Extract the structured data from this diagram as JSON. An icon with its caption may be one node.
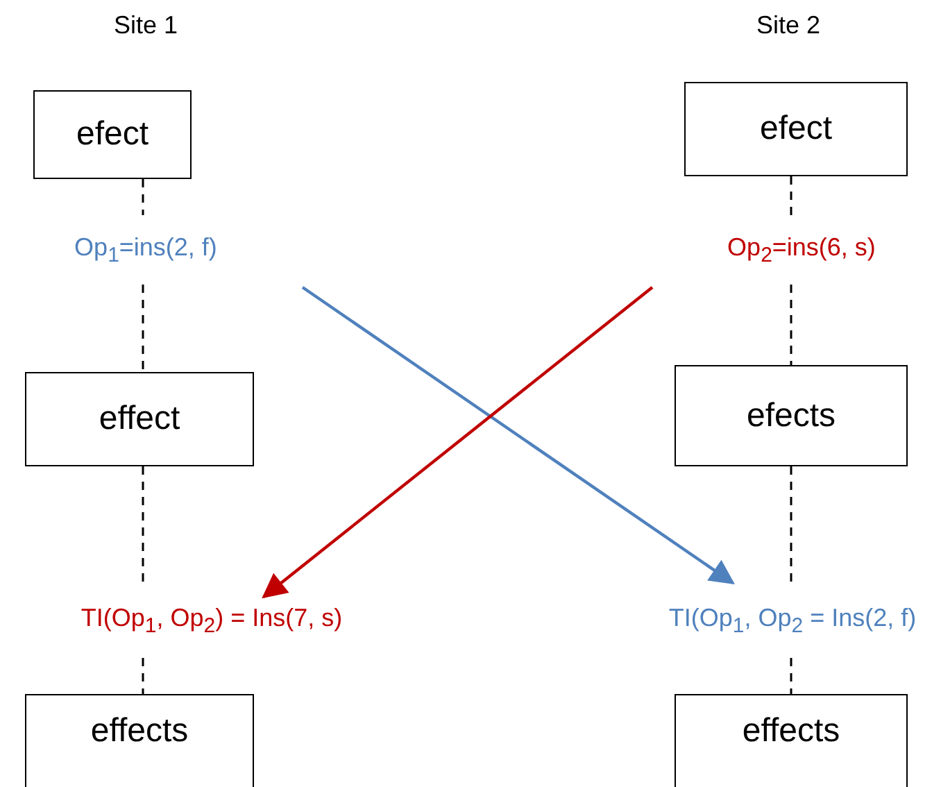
{
  "diagram": {
    "nodes": [
      {
        "text": [
          "efect"
        ]
      },
      {
        "text": [
          "Op$_{1}$=ins(2, f)"
        ]
      },
      {
        "text": [
          "effect"
        ]
      },
      {
        "text": [
          "TI(Op$_{1}$, Op$_{2}$) = Ins(7, s)"
        ]
      },
      {
        "text": [
          "effects"
        ]
      },
      {
        "text": [
          "efect"
        ]
      },
      {
        "text": [
          "Op$_{2}$=ins(6, s)"
        ]
      },
      {
        "text": [
          "efects"
        ]
      },
      {
        "text": [
          "TI(Op$_{1}$, Op$_{2}$ = Ins(2, f)"
        ]
      },
      {
        "text": [
          "effects"
        ]
      }
    ],
    "edges": [
      {
        "from": 0,
        "to": 1,
        "arrow": "none",
        "style": "dashed"
      },
      {
        "from": 1,
        "to": 2,
        "arrow": "none",
        "style": "dashed"
      },
      {
        "from": 2,
        "to": 3,
        "arrow": "none",
        "style": "dashed"
      },
      {
        "from": 3,
        "to": 4,
        "arrow": "none",
        "style": "dashed"
      },
      {
        "from": 5,
        "to": 6,
        "arrow": "none",
        "style": "dashed"
      },
      {
        "from": 6,
        "to": 7,
        "arrow": "none",
        "style": "dashed"
      },
      {
        "from": 7,
        "to": 8,
        "arrow": "none",
        "style": "dashed"
      },
      {
        "from": 8,
        "to": 9,
        "arrow": "none",
        "style": "dashed"
      },
      {
        "from": 1,
        "to": 8,
        "arrow": "to",
        "color": "#4f81bd"
      },
      {
        "from": 6,
        "to": 3,
        "arrow": "to",
        "color": "#c00000"
      }
    ],
    "labels": [
      "Site 1",
      "Site 2"
    ]
  }
}
